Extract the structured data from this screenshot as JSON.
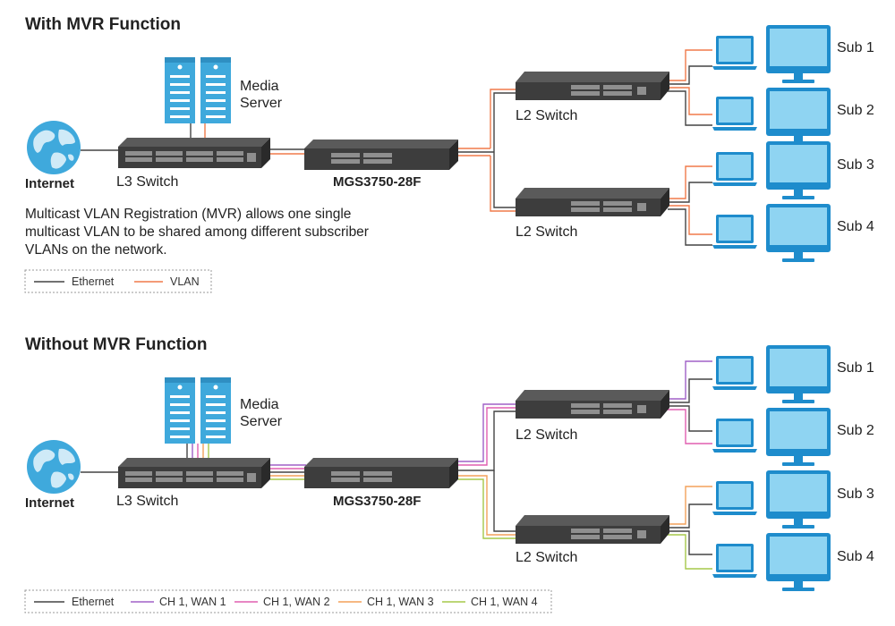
{
  "colors": {
    "ethernet": "#444444",
    "vlan": "#f07a4a",
    "ch1_wan1": "#a061c7",
    "ch1_wan2": "#e05fb0",
    "ch1_wan3": "#f3a15a",
    "ch1_wan4": "#a6c84a",
    "device_blue": "#1e8ccc",
    "switch_gray": "#3d3d3d"
  },
  "with_mvr": {
    "title": "With MVR Function",
    "media_server_line1": "Media",
    "media_server_line2": "Server",
    "internet_label": "Internet",
    "l3_switch_label": "L3 Switch",
    "mgs_label": "MGS3750-28F",
    "l2_switch_top_label": "L2 Switch",
    "l2_switch_bottom_label": "L2 Switch",
    "subscribers": [
      "Sub 1",
      "Sub 2",
      "Sub 3",
      "Sub 4"
    ],
    "description_lines": [
      "Multicast VLAN Registration (MVR) allows one single",
      "multicast VLAN to be shared among different subscriber",
      "VLANs on the network."
    ],
    "legend": {
      "ethernet": "Ethernet",
      "vlan": "VLAN"
    }
  },
  "without_mvr": {
    "title": "Without MVR Function",
    "media_server_line1": "Media",
    "media_server_line2": "Server",
    "internet_label": "Internet",
    "l3_switch_label": "L3 Switch",
    "mgs_label": "MGS3750-28F",
    "l2_switch_top_label": "L2 Switch",
    "l2_switch_bottom_label": "L2 Switch",
    "subscribers": [
      "Sub 1",
      "Sub 2",
      "Sub 3",
      "Sub 4"
    ],
    "legend": {
      "ethernet": "Ethernet",
      "ch1_wan1": "CH 1, WAN 1",
      "ch1_wan2": "CH 1, WAN 2",
      "ch1_wan3": "CH 1, WAN 3",
      "ch1_wan4": "CH 1, WAN 4"
    }
  }
}
